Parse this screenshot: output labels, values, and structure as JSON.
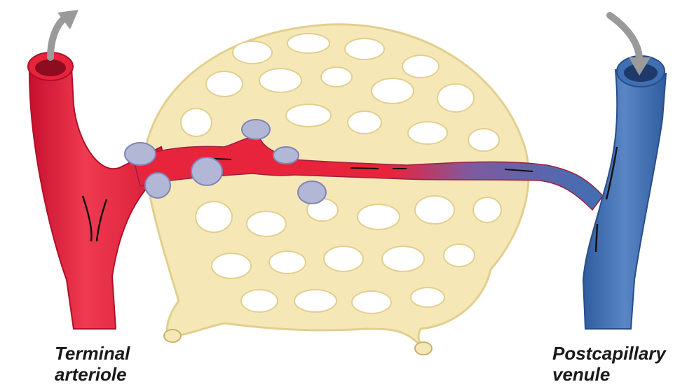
{
  "labels": {
    "arteriole_line1": "Terminal",
    "arteriole_line2": "arteriole",
    "venule_line1": "Postcapillary",
    "venule_line2": "venule"
  },
  "colors": {
    "arteriole": "#e8243c",
    "venule": "#3f6fb3",
    "capillary_bed": "#f6e8b6",
    "capillary_outline": "#e2cf8e",
    "sphincter": "#b3b7d6",
    "flow_arrow": "#9a9a9a"
  },
  "icons": {
    "arteriole_flow": "curved-arrow-out-icon",
    "venule_flow": "curved-arrow-in-icon"
  }
}
